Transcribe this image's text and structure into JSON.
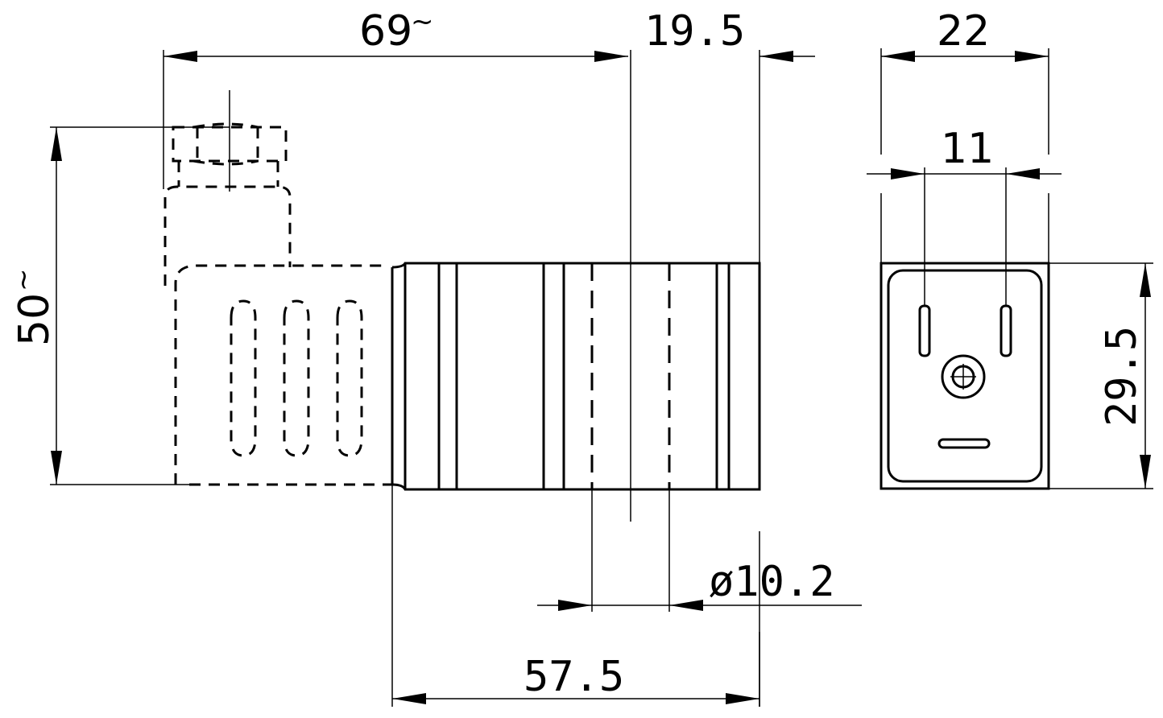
{
  "dimensions": {
    "overall_length": "69",
    "approx_mark_length": "~",
    "coil_end": "19.5",
    "front_width": "22",
    "pin_spacing": "11",
    "overall_height": "50",
    "approx_mark_height": "~",
    "front_height": "29.5",
    "bore_diameter": "ø10.2",
    "coil_length": "57.5"
  }
}
